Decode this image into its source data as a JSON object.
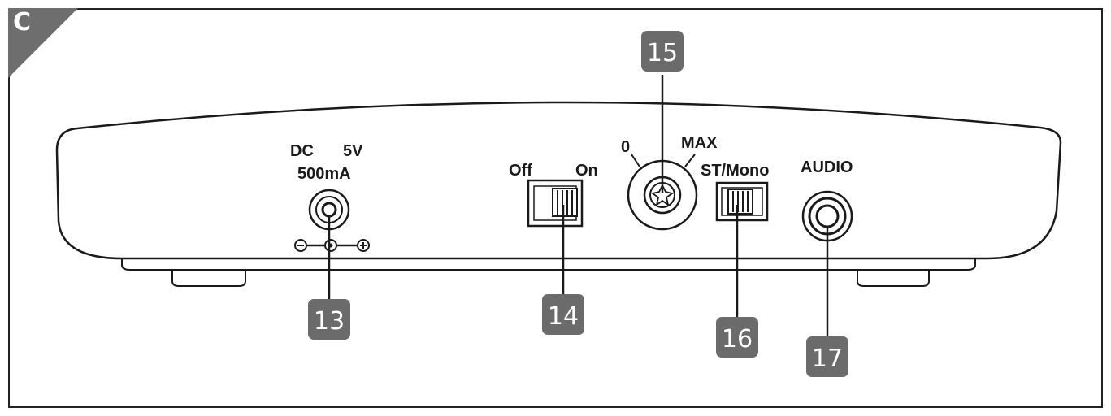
{
  "section_label": "C",
  "labels": {
    "dc": "DC",
    "voltage": "5V",
    "current": "500mA",
    "off": "Off",
    "on": "On",
    "zero": "0",
    "max": "MAX",
    "st_mono": "ST/Mono",
    "audio": "AUDIO"
  },
  "callouts": {
    "dc_jack": "13",
    "power_switch": "14",
    "volume_knob": "15",
    "st_mono_switch": "16",
    "audio_jack": "17"
  },
  "colors": {
    "badge": "#6b6b6b",
    "line": "#1a1a1a",
    "corner": "#6e6e6e"
  }
}
